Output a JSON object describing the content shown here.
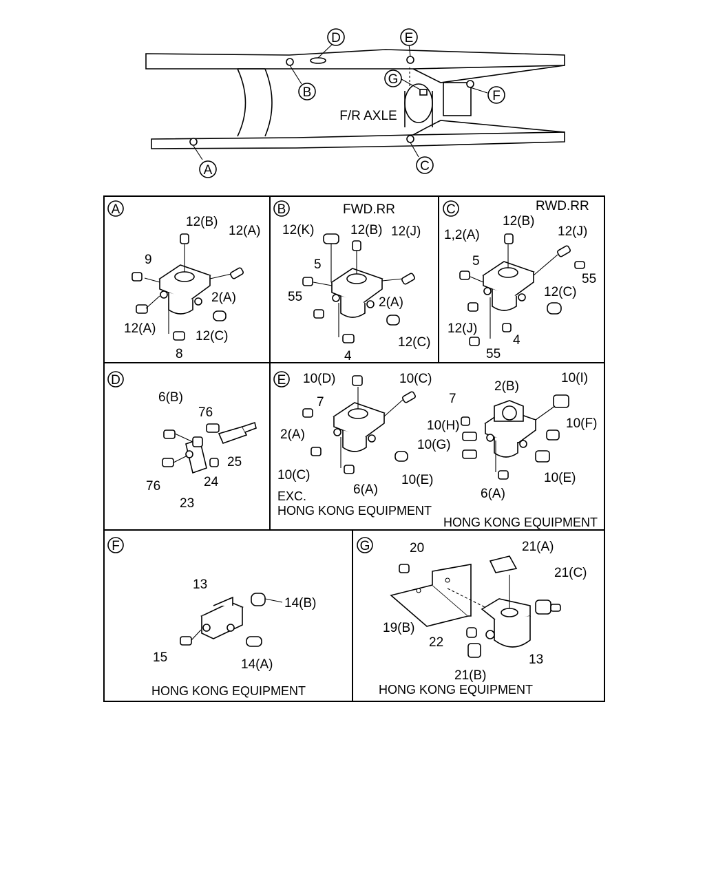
{
  "frame": {
    "callouts": [
      "A",
      "B",
      "C",
      "D",
      "E",
      "F",
      "G"
    ],
    "axle_label": "F/R AXLE"
  },
  "panels": {
    "A": {
      "letter": "A",
      "labels": [
        "12(B)",
        "12(A)",
        "9",
        "2(A)",
        "12(A)",
        "12(C)",
        "8"
      ]
    },
    "B": {
      "letter": "B",
      "title": "FWD.RR",
      "labels": [
        "12(K)",
        "12(B)",
        "12(J)",
        "5",
        "55",
        "2(A)",
        "12(C)",
        "4"
      ]
    },
    "C": {
      "letter": "C",
      "title": "RWD.RR",
      "labels": [
        "1,2(A)",
        "12(B)",
        "12(J)",
        "5",
        "55",
        "12(C)",
        "12(J)",
        "4",
        "55"
      ]
    },
    "D": {
      "letter": "D",
      "labels": [
        "6(B)",
        "76",
        "25",
        "76",
        "24",
        "23"
      ]
    },
    "E": {
      "letter": "E",
      "labels": [
        "10(D)",
        "10(C)",
        "7",
        "2(A)",
        "10(C)",
        "6(A)",
        "10(E)",
        "2(B)",
        "10(I)",
        "7",
        "10(H)",
        "10(F)",
        "10(G)",
        "10(E)",
        "6(A)"
      ],
      "note_exc_line1": "EXC.",
      "note_exc_line2": "HONG KONG EQUIPMENT",
      "note_hk": "HONG KONG EQUIPMENT"
    },
    "F": {
      "letter": "F",
      "labels": [
        "13",
        "14(B)",
        "15",
        "14(A)"
      ],
      "note": "HONG KONG EQUIPMENT"
    },
    "G": {
      "letter": "G",
      "labels": [
        "20",
        "21(A)",
        "21(C)",
        "19(B)",
        "22",
        "13",
        "21(B)"
      ],
      "note": "HONG KONG EQUIPMENT"
    }
  }
}
